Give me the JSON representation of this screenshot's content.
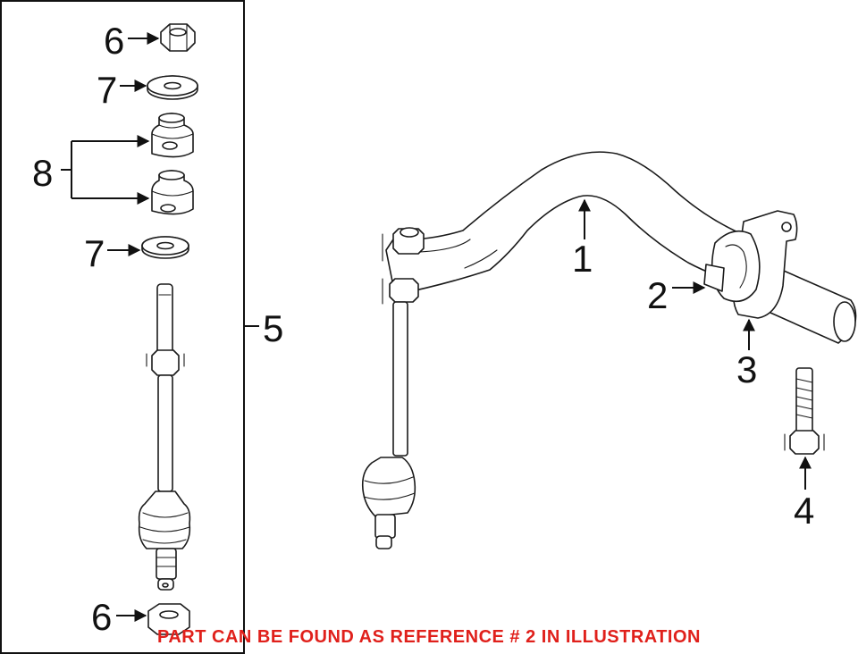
{
  "callouts": {
    "nut_top": "6",
    "washer_top": "7",
    "bushings": "8",
    "washer_lower": "7",
    "link_kit": "5",
    "nut_bottom": "6",
    "stabilizer_bar": "1",
    "bar_bushing": "2",
    "bracket": "3",
    "bolt": "4"
  },
  "notice": {
    "text": "PART CAN BE FOUND AS REFERENCE # 2 IN ILLUSTRATION",
    "color": "#e0201b"
  },
  "icons": [
    "hex-nut-icon",
    "flat-washer-icon",
    "rubber-bushing-icon",
    "link-rod-icon",
    "stabilizer-bar-icon",
    "bushing-bracket-icon",
    "flange-bolt-icon"
  ]
}
